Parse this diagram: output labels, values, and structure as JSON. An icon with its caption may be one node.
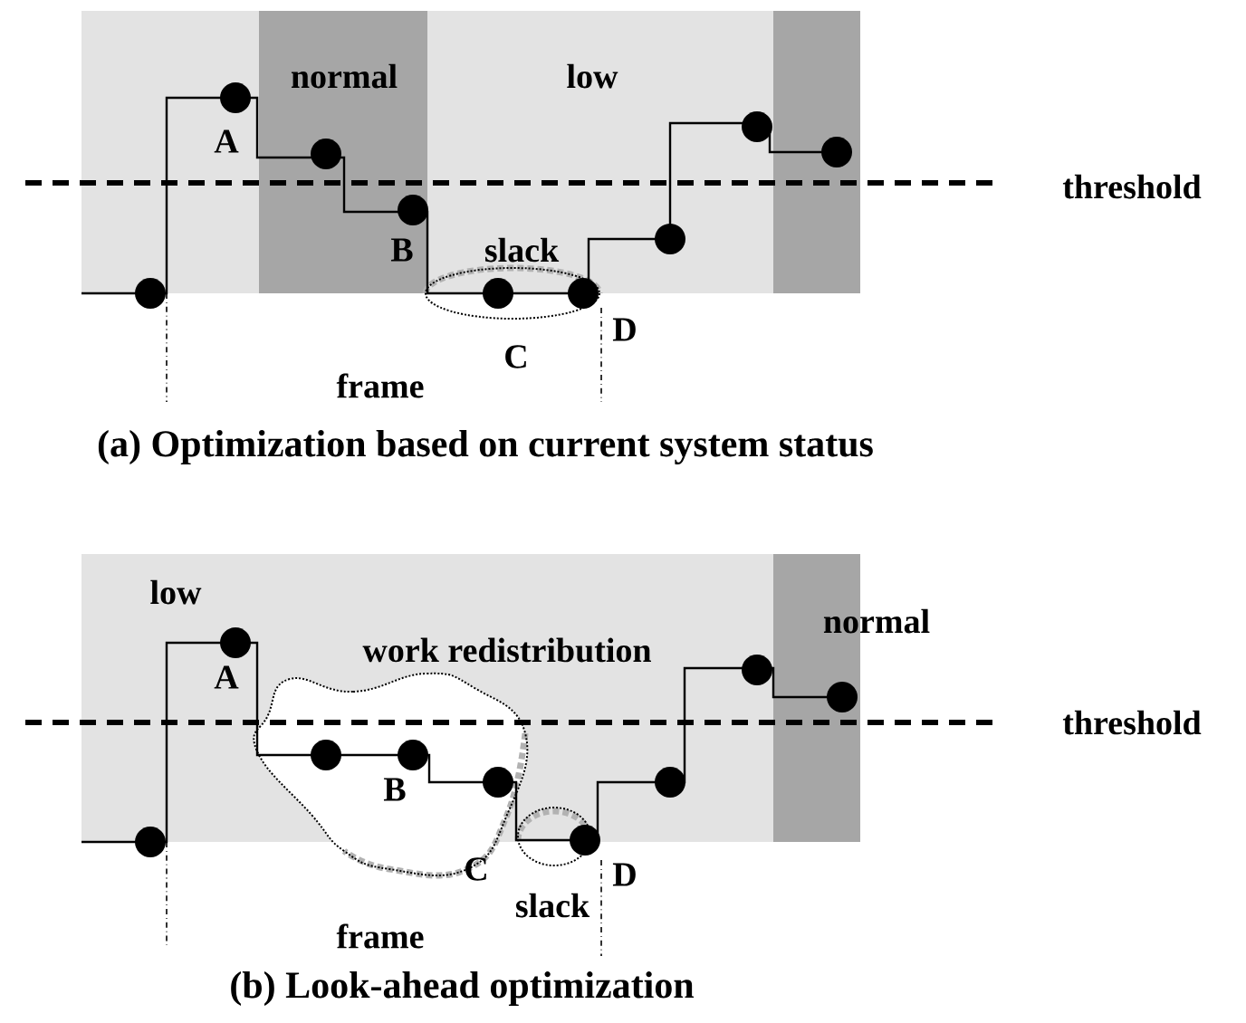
{
  "diagram": {
    "labels": [
      "normal",
      "low",
      "A",
      "threshold",
      "B",
      "slack",
      "D",
      "C",
      "frame",
      "(a) Optimization based on current system status",
      "low",
      "normal",
      "work redistribution",
      "A",
      "threshold",
      "B",
      "C",
      "D",
      "slack",
      "frame",
      "(b) Look-ahead optimization"
    ]
  }
}
